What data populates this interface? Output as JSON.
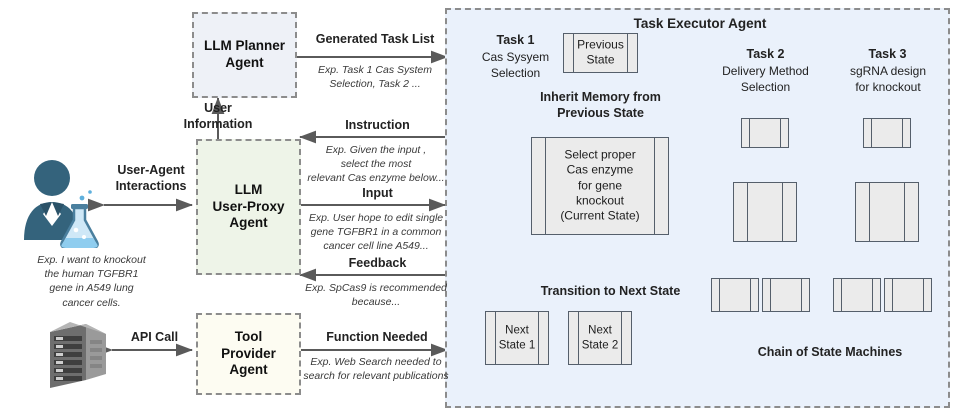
{
  "agents": {
    "planner": {
      "label": "LLM  Planner\nAgent"
    },
    "user_proxy": {
      "label": "LLM\nUser-Proxy\nAgent"
    },
    "tool_provider": {
      "label": "Tool\nProvider\nAgent"
    }
  },
  "user": {
    "icon": "scientist-user-icon",
    "caption": "Exp. I want to knockout\nthe human TGFBR1\ngene in A549 lung\ncancer cells."
  },
  "server": {
    "icon": "server-rack-icon"
  },
  "flows": {
    "user_agent_interactions": {
      "label": "User-Agent\nInteractions"
    },
    "user_information": {
      "label": "User\nInformation"
    },
    "generated_task_list": {
      "label": "Generated Task List",
      "example": "Exp. Task 1 Cas System\nSelection, Task 2 ..."
    },
    "instruction": {
      "label": "Instruction",
      "example": "Exp. Given the input ,\nselect the most\nrelevant Cas enzyme below..."
    },
    "input": {
      "label": "Input",
      "example": "Exp. User hope to edit single\ngene TGFBR1 in a common\ncancer cell line A549..."
    },
    "feedback": {
      "label": "Feedback",
      "example": "Exp. SpCas9 is recommended\nbecause..."
    },
    "api_call": {
      "label": "API Call"
    },
    "function_needed": {
      "label": "Function Needed",
      "example": "Exp. Web Search needed to\nsearch for relevant publications"
    }
  },
  "executor": {
    "title": "Task Executor Agent",
    "chain_label": "Chain of State Machines",
    "tasks": [
      {
        "name": "Task 1",
        "desc": "Cas Sysyem\nSelection"
      },
      {
        "name": "Task 2",
        "desc": "Delivery Method\nSelection"
      },
      {
        "name": "Task 3",
        "desc": "sgRNA design\nfor knockout"
      }
    ],
    "states": {
      "previous": "Previous\nState",
      "current": "Select proper\nCas enzyme\nfor gene\nknockout\n(Current State)",
      "next1": "Next\nState 1",
      "next2": "Next\nState 2"
    },
    "edges": {
      "inherit": "Inherit Memory from\nPrevious State",
      "transition": "Transition to Next State"
    }
  },
  "colors": {
    "panel_fill": "#eaf1fb",
    "planner_fill": "#eef1f7",
    "proxy_fill": "#eef4e8",
    "tool_fill": "#fdfcf2",
    "dash_border": "#8c8c8c",
    "state_fill": "#ebebeb",
    "state_stroke": "#555f6b",
    "arrow": "#5a5a5a",
    "user_icon": "#34637c",
    "flask": "#bfe0f2"
  }
}
